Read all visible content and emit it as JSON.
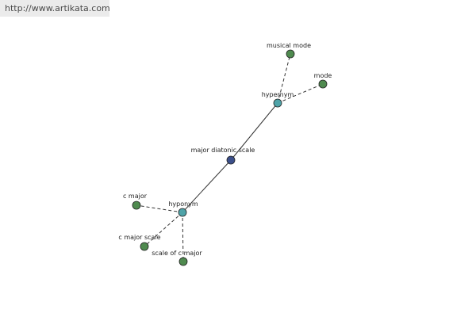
{
  "watermark": {
    "text": "http://www.artikata.com"
  },
  "colors": {
    "center_node": "#3b4f8a",
    "relation_node": "#4fa3a8",
    "leaf_node": "#4f8a4f",
    "edge": "#333333"
  },
  "graph": {
    "center": {
      "label": "major diatonic scale"
    },
    "relations": [
      {
        "label": "hypernym",
        "children": [
          {
            "label": "musical mode"
          },
          {
            "label": "mode"
          }
        ]
      },
      {
        "label": "hyponym",
        "children": [
          {
            "label": "c major"
          },
          {
            "label": "c major scale"
          },
          {
            "label": "scale of c major"
          }
        ]
      }
    ]
  }
}
